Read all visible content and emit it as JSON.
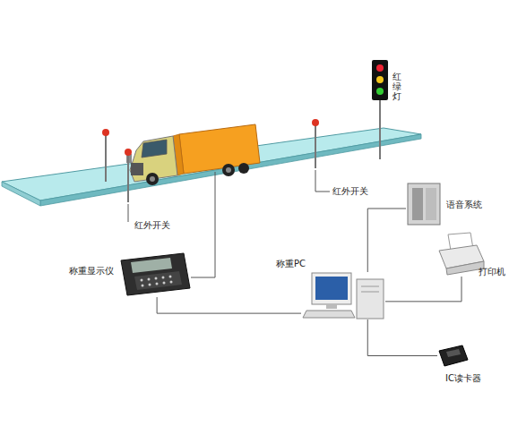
{
  "diagram": {
    "nodes": [
      {
        "text": [
          "称重显示仪"
        ]
      },
      {
        "text": [
          "称重PC"
        ]
      },
      {
        "text": [
          "语音系统"
        ]
      },
      {
        "text": [
          "打印机"
        ]
      },
      {
        "text": [
          "IC读卡器"
        ]
      }
    ],
    "edges": [
      {
        "from": 0,
        "to": 1,
        "arrow": "none"
      },
      {
        "from": 1,
        "to": 2,
        "arrow": "none"
      },
      {
        "from": 1,
        "to": 3,
        "arrow": "none"
      },
      {
        "from": 1,
        "to": 4,
        "arrow": "none"
      }
    ],
    "labels": [
      "红绿灯",
      "红外开关",
      "红外开关"
    ]
  }
}
